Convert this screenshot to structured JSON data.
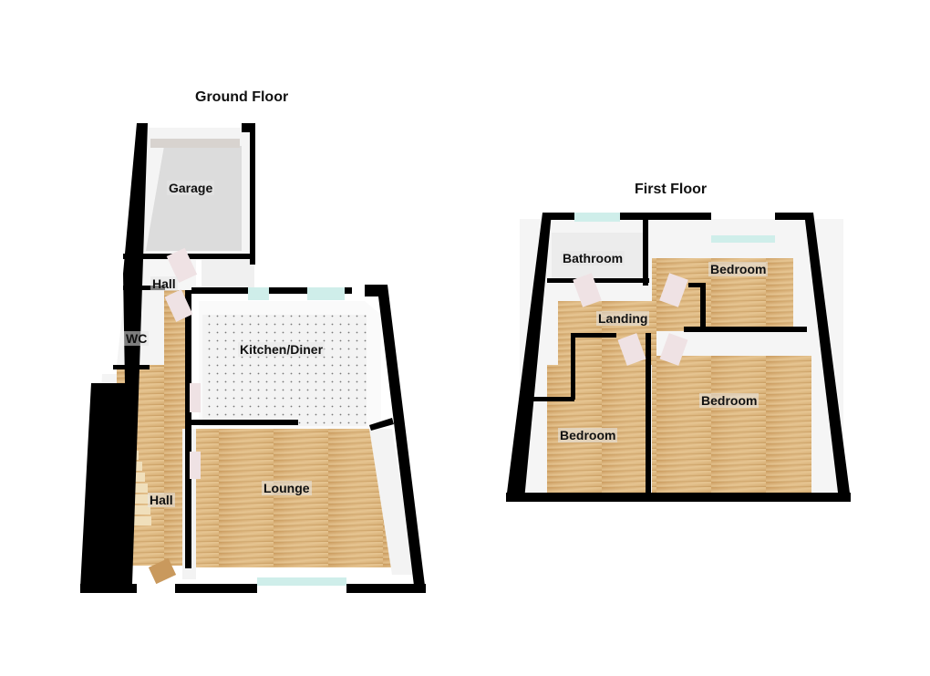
{
  "floors": [
    {
      "title": "Ground Floor",
      "rooms": [
        {
          "name": "Garage",
          "floor": "concrete"
        },
        {
          "name": "Hall",
          "floor": "white"
        },
        {
          "name": "WC",
          "floor": "white"
        },
        {
          "name": "Kitchen/Diner",
          "floor": "tile"
        },
        {
          "name": "Hall",
          "floor": "wood"
        },
        {
          "name": "Lounge",
          "floor": "wood"
        }
      ]
    },
    {
      "title": "First Floor",
      "rooms": [
        {
          "name": "Bathroom",
          "floor": "tile"
        },
        {
          "name": "Bedroom",
          "floor": "wood"
        },
        {
          "name": "Landing",
          "floor": "wood"
        },
        {
          "name": "Bedroom",
          "floor": "wood"
        },
        {
          "name": "Bedroom",
          "floor": "wood"
        }
      ]
    }
  ],
  "colors": {
    "wall": "#000000",
    "inner_wall": "#f2f2f2",
    "wood": "#d9b27a",
    "tile": "#eeeeee",
    "window": "#cfeeea"
  }
}
